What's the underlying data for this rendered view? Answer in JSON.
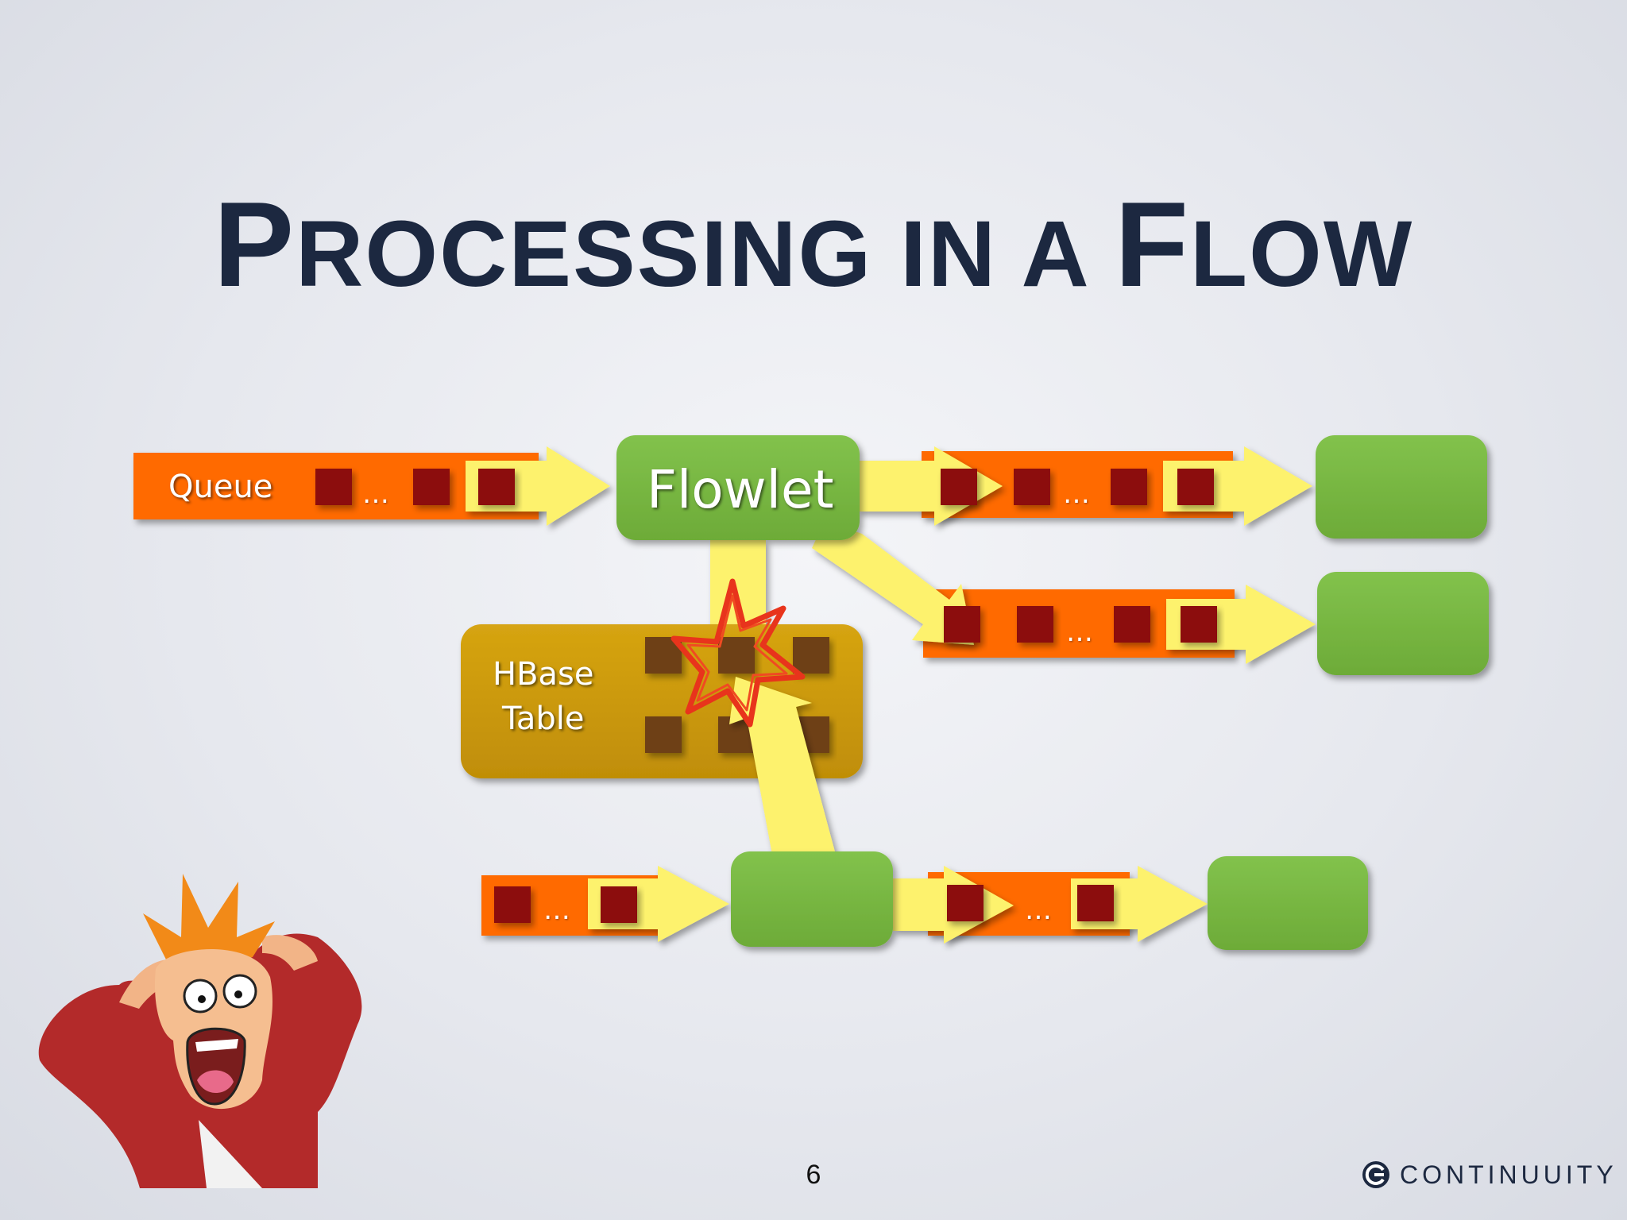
{
  "slide": {
    "title_first": "P",
    "title_rest": "ROCESSING IN A ",
    "title_first2": "F",
    "title_rest2": "LOW",
    "page_number": "6",
    "brand": "CONTINUUITY"
  },
  "diagram": {
    "queue_label": "Queue",
    "flowlet_label": "Flowlet",
    "hbase_label_line1": "HBase",
    "hbase_label_line2": "Table",
    "ellipsis": "…"
  },
  "colors": {
    "title": "#1c2840",
    "queue_orange": "#ff6a00",
    "arrow_yellow": "#fdf26d",
    "item_red": "#8c1008",
    "flowlet_green": "#78b842",
    "hbase_gold": "#cc9a08",
    "cell_brown": "#6e3f12",
    "collision_red": "#e8341c"
  },
  "icons": [
    "continuuity-logo-icon",
    "collision-star-icon",
    "panicked-character-illustration"
  ]
}
